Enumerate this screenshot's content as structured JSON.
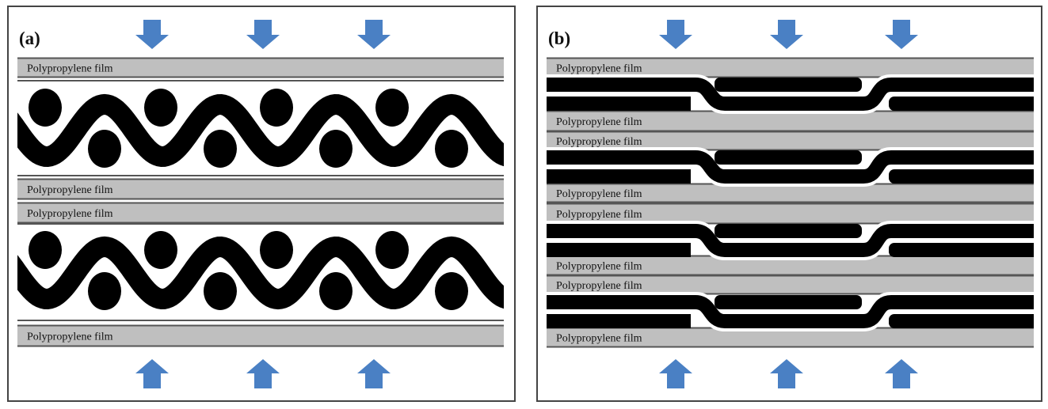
{
  "colors": {
    "arrow": "#4a80c4",
    "film": "#bfbfbf",
    "film_edge": "#555555",
    "fiber": "#000000",
    "frame": "#444444"
  },
  "panel_a": {
    "label": "(a)",
    "films": [
      "Polypropylene film",
      "Polypropylene film",
      "Polypropylene film",
      "Polypropylene film"
    ]
  },
  "panel_b": {
    "label": "(b)",
    "films": [
      "Polypropylene film",
      "Polypropylene film",
      "Polypropylene film",
      "Polypropylene film",
      "Polypropylene film",
      "Polypropylene film",
      "Polypropylene film",
      "Polypropylene film"
    ]
  }
}
